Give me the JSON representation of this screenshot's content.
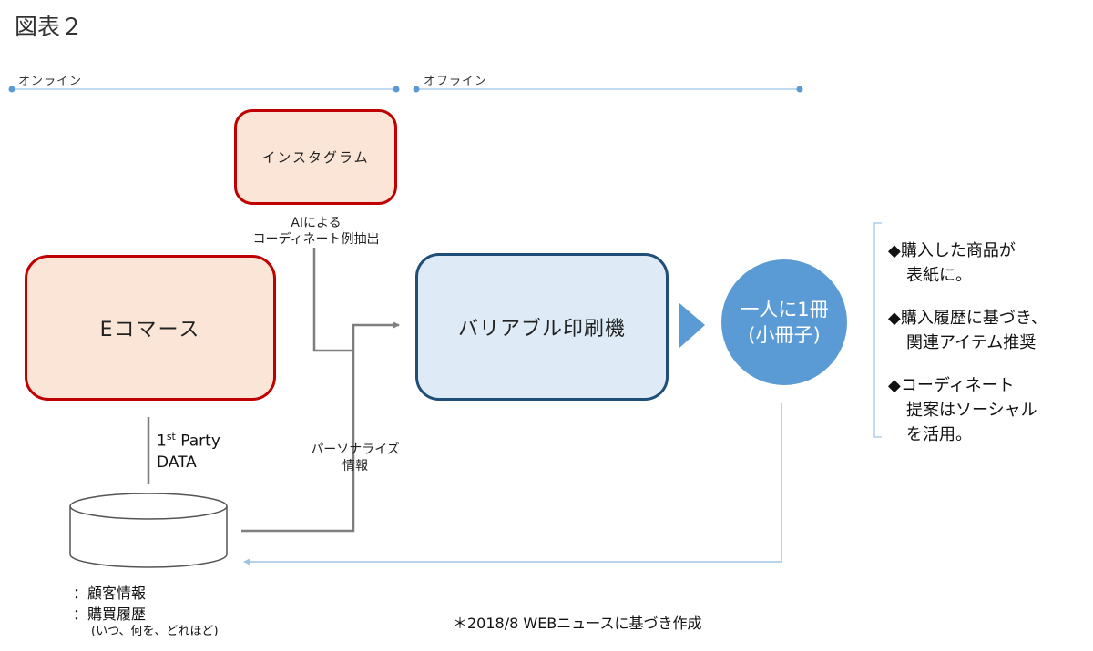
{
  "figure_title": "図表２",
  "sections": {
    "online": "オンライン",
    "offline": "オフライン"
  },
  "boxes": {
    "instagram": "インスタグラム",
    "ecommerce": "Eコマース",
    "printer": "バリアブル印刷機"
  },
  "circle": {
    "line1": "一人に1冊",
    "line2": "(小冊子)"
  },
  "captions": {
    "ai_line1": "AIによる",
    "ai_line2": "コーディネート例抽出",
    "personalize_line1": "パーソナライズ",
    "personalize_line2": "情報"
  },
  "first_party": {
    "number": "1",
    "suffix": "st",
    "party": " Party",
    "data": "DATA"
  },
  "database": {
    "item1": "：顧客情報",
    "item2": "：購買履歴",
    "item2_detail": "(いつ、何を、どれほど)"
  },
  "notes": [
    {
      "line1": "◆購入した商品が",
      "line2": "表紙に。"
    },
    {
      "line1": "◆購入履歴に基づき、",
      "line2": "関連アイテム推奨"
    },
    {
      "line1": "◆コーディネート",
      "line2": "提案はソーシャル",
      "line3": "を活用。"
    }
  ],
  "source_note": "＊2018/8 WEBニュースに基づき作成",
  "colors": {
    "red_border": "#c00000",
    "peach_fill": "#fbe5d6",
    "navy_border": "#1f4e79",
    "light_blue_fill": "#deebf7",
    "circle_fill": "#5b9bd5",
    "arrow_blue": "#5b9bd5",
    "connector_gray": "#7f7f7f",
    "timeline_blue": "#9dc3e6"
  }
}
